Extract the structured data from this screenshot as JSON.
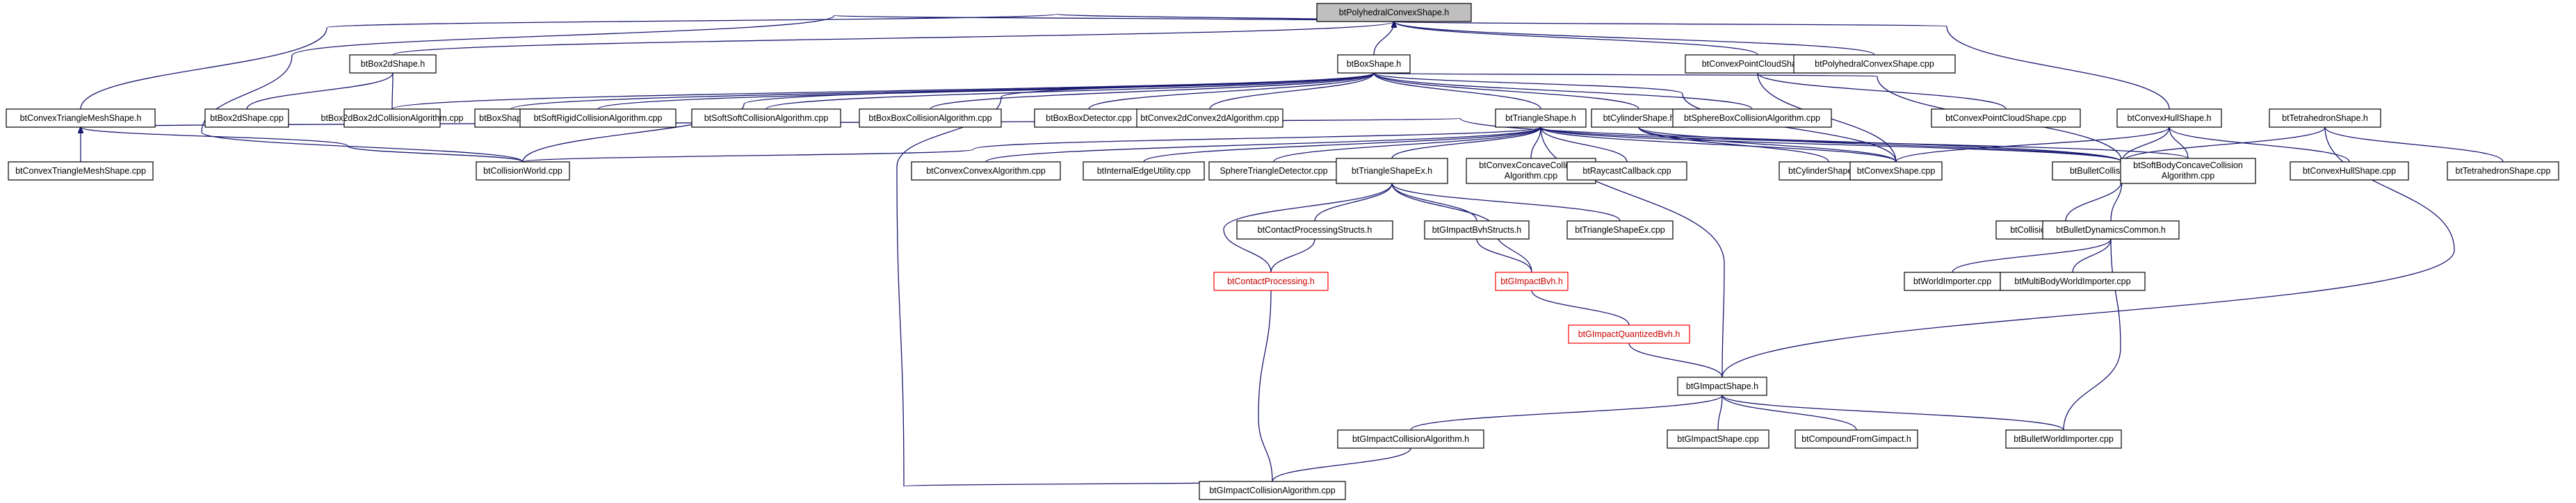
{
  "colors": {
    "edge": "#191970",
    "root_fill": "#bfbfbf",
    "node_border": "#000000",
    "highlight": "#ff0000"
  },
  "nodes": [
    {
      "id": "n0",
      "label": "btPolyhedralConvexShape.h",
      "root": true
    },
    {
      "id": "n1",
      "label": "btBox2dShape.h"
    },
    {
      "id": "n2",
      "label": "btBoxShape.h"
    },
    {
      "id": "n3",
      "label": "btConvexPointCloudShape.h"
    },
    {
      "id": "n4",
      "label": "btPolyhedralConvexShape.cpp"
    },
    {
      "id": "n5",
      "label": "btConvexTriangleMeshShape.h"
    },
    {
      "id": "n6",
      "label": "btBox2dShape.cpp"
    },
    {
      "id": "n7",
      "label": "btBox2dBox2dCollisionAlgorithm.cpp"
    },
    {
      "id": "n8",
      "label": "btBoxShape.cpp"
    },
    {
      "id": "n9",
      "label": "btSoftRigidCollisionAlgorithm.cpp"
    },
    {
      "id": "n10",
      "label": "btSoftSoftCollisionAlgorithm.cpp"
    },
    {
      "id": "n11",
      "label": "btBoxBoxCollisionAlgorithm.cpp"
    },
    {
      "id": "n12",
      "label": "btBoxBoxDetector.cpp"
    },
    {
      "id": "n13",
      "label": "btConvex2dConvex2dAlgorithm.cpp"
    },
    {
      "id": "n14",
      "label": "btTriangleShape.h"
    },
    {
      "id": "n15",
      "label": "btCylinderShape.h"
    },
    {
      "id": "n16",
      "label": "btSphereBoxCollisionAlgorithm.cpp"
    },
    {
      "id": "n17",
      "label": "btConvexPointCloudShape.cpp"
    },
    {
      "id": "n18",
      "label": "btConvexHullShape.h"
    },
    {
      "id": "n19",
      "label": "btTetrahedronShape.h"
    },
    {
      "id": "n20",
      "label": "btConvexTriangleMeshShape.cpp"
    },
    {
      "id": "n21",
      "label": "btCollisionWorld.cpp"
    },
    {
      "id": "n22",
      "label": "btConvexConvexAlgorithm.cpp"
    },
    {
      "id": "n23",
      "label": "btInternalEdgeUtility.cpp"
    },
    {
      "id": "n24",
      "label": "SphereTriangleDetector.cpp"
    },
    {
      "id": "n25",
      "label": "btTriangleShapeEx.h"
    },
    {
      "id": "n26",
      "label": "btConvexConcaveCollision",
      "label2": "Algorithm.cpp"
    },
    {
      "id": "n27",
      "label": "btRaycastCallback.cpp"
    },
    {
      "id": "n28",
      "label": "btCylinderShape.cpp"
    },
    {
      "id": "n29",
      "label": "btConvexShape.cpp"
    },
    {
      "id": "n30",
      "label": "btBulletCollisionCommon.h"
    },
    {
      "id": "n31",
      "label": "btSoftBodyConcaveCollision",
      "label2": "Algorithm.cpp"
    },
    {
      "id": "n32",
      "label": "btConvexHullShape.cpp"
    },
    {
      "id": "n33",
      "label": "btTetrahedronShape.cpp"
    },
    {
      "id": "n34",
      "label": "btContactProcessingStructs.h"
    },
    {
      "id": "n35",
      "label": "btGImpactBvhStructs.h"
    },
    {
      "id": "n36",
      "label": "btTriangleShapeEx.cpp"
    },
    {
      "id": "n37",
      "label": "btCollisionWorldImporter.cpp"
    },
    {
      "id": "n38",
      "label": "btBulletDynamicsCommon.h"
    },
    {
      "id": "n39",
      "label": "btContactProcessing.h",
      "red": true
    },
    {
      "id": "n40",
      "label": "btGImpactBvh.h",
      "red": true
    },
    {
      "id": "n41",
      "label": "btWorldImporter.cpp"
    },
    {
      "id": "n42",
      "label": "btMultiBodyWorldImporter.cpp"
    },
    {
      "id": "n43",
      "label": "btGImpactQuantizedBvh.h",
      "red": true
    },
    {
      "id": "n44",
      "label": "btGImpactShape.h"
    },
    {
      "id": "n45",
      "label": "btGImpactCollisionAlgorithm.h"
    },
    {
      "id": "n46",
      "label": "btGImpactShape.cpp"
    },
    {
      "id": "n47",
      "label": "btCompoundFromGimpact.h"
    },
    {
      "id": "n48",
      "label": "btBulletWorldImporter.cpp"
    },
    {
      "id": "n49",
      "label": "btGImpactCollisionAlgorithm.cpp"
    }
  ],
  "edges": [
    [
      "n0",
      "n1"
    ],
    [
      "n0",
      "n2"
    ],
    [
      "n0",
      "n3"
    ],
    [
      "n0",
      "n4"
    ],
    [
      "n0",
      "n5"
    ],
    [
      "n0",
      "n21"
    ],
    [
      "n0",
      "n18"
    ],
    [
      "n1",
      "n6"
    ],
    [
      "n1",
      "n7"
    ],
    [
      "n2",
      "n8"
    ],
    [
      "n2",
      "n9"
    ],
    [
      "n2",
      "n10"
    ],
    [
      "n2",
      "n11"
    ],
    [
      "n2",
      "n12"
    ],
    [
      "n2",
      "n13"
    ],
    [
      "n2",
      "n7"
    ],
    [
      "n2",
      "n14"
    ],
    [
      "n2",
      "n15"
    ],
    [
      "n2",
      "n16"
    ],
    [
      "n2",
      "n30"
    ],
    [
      "n2",
      "n21"
    ],
    [
      "n2",
      "n29"
    ],
    [
      "n2",
      "n49"
    ],
    [
      "n3",
      "n17"
    ],
    [
      "n3",
      "n29"
    ],
    [
      "n5",
      "n20"
    ],
    [
      "n5",
      "n21"
    ],
    [
      "n5",
      "n30"
    ],
    [
      "n14",
      "n21"
    ],
    [
      "n14",
      "n22"
    ],
    [
      "n14",
      "n23"
    ],
    [
      "n14",
      "n24"
    ],
    [
      "n14",
      "n25"
    ],
    [
      "n14",
      "n26"
    ],
    [
      "n14",
      "n27"
    ],
    [
      "n14",
      "n29"
    ],
    [
      "n14",
      "n30"
    ],
    [
      "n14",
      "n44"
    ],
    [
      "n14",
      "n31"
    ],
    [
      "n15",
      "n28"
    ],
    [
      "n15",
      "n29"
    ],
    [
      "n15",
      "n30"
    ],
    [
      "n18",
      "n29"
    ],
    [
      "n18",
      "n30"
    ],
    [
      "n18",
      "n31"
    ],
    [
      "n18",
      "n32"
    ],
    [
      "n19",
      "n30"
    ],
    [
      "n19",
      "n33"
    ],
    [
      "n19",
      "n44"
    ],
    [
      "n25",
      "n34"
    ],
    [
      "n25",
      "n35"
    ],
    [
      "n25",
      "n36"
    ],
    [
      "n25",
      "n39"
    ],
    [
      "n25",
      "n40"
    ],
    [
      "n30",
      "n37"
    ],
    [
      "n30",
      "n38"
    ],
    [
      "n34",
      "n39"
    ],
    [
      "n35",
      "n40"
    ],
    [
      "n39",
      "n49"
    ],
    [
      "n40",
      "n43"
    ],
    [
      "n43",
      "n44"
    ],
    [
      "n38",
      "n41"
    ],
    [
      "n38",
      "n42"
    ],
    [
      "n38",
      "n48"
    ],
    [
      "n44",
      "n45"
    ],
    [
      "n44",
      "n46"
    ],
    [
      "n44",
      "n47"
    ],
    [
      "n44",
      "n48"
    ],
    [
      "n45",
      "n49"
    ]
  ]
}
